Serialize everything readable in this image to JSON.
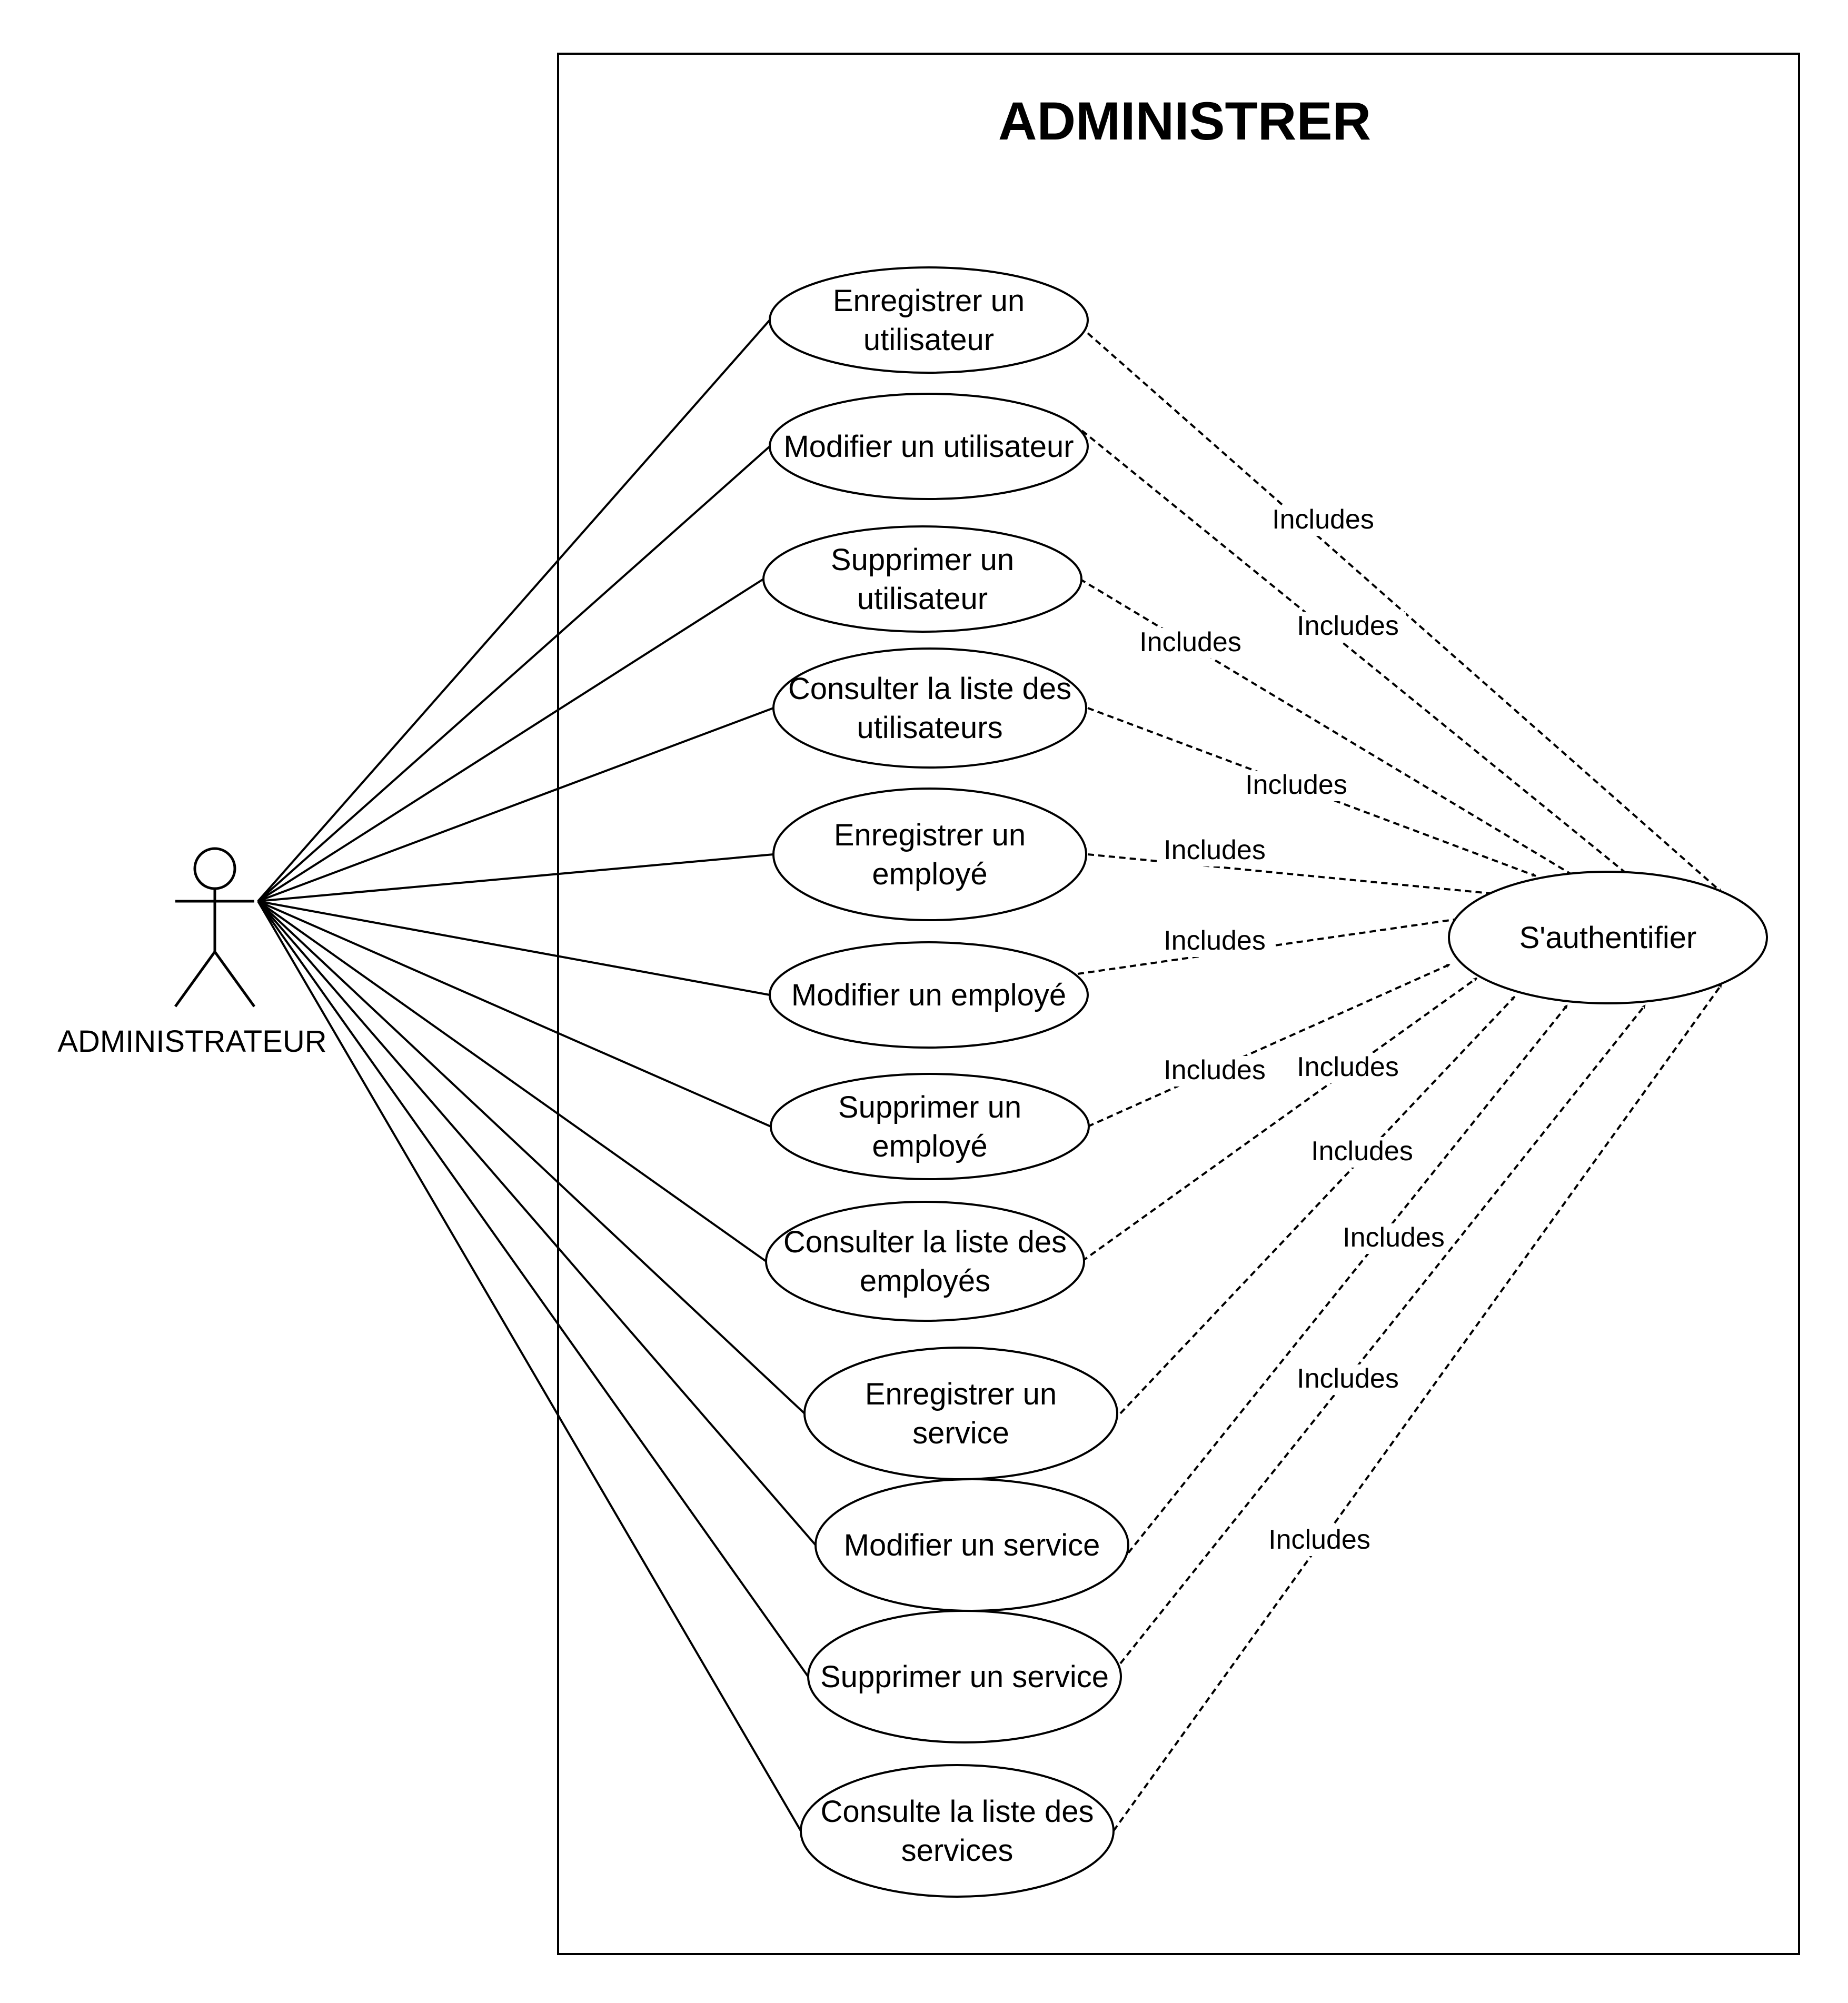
{
  "system": {
    "title": "ADMINISTRER"
  },
  "actor": {
    "name": "ADMINISTRATEUR"
  },
  "target": {
    "label": "S'authentifier"
  },
  "use_cases": [
    {
      "id": "uc1",
      "lines": [
        "Enregistrer un",
        "utilisateur"
      ]
    },
    {
      "id": "uc2",
      "lines": [
        "Modifier un utilisateur"
      ]
    },
    {
      "id": "uc3",
      "lines": [
        "Supprimer un",
        "utilisateur"
      ]
    },
    {
      "id": "uc4",
      "lines": [
        "Consulter la liste des",
        "utilisateurs"
      ]
    },
    {
      "id": "uc5",
      "lines": [
        "Enregistrer un",
        "employé"
      ]
    },
    {
      "id": "uc6",
      "lines": [
        "Modifier un employé"
      ]
    },
    {
      "id": "uc7",
      "lines": [
        "Supprimer un",
        "employé"
      ]
    },
    {
      "id": "uc8",
      "lines": [
        "Consulter la liste des",
        "employés"
      ]
    },
    {
      "id": "uc9",
      "lines": [
        "Enregistrer un",
        "service"
      ]
    },
    {
      "id": "uc10",
      "lines": [
        "Modifier un service"
      ]
    },
    {
      "id": "uc11",
      "lines": [
        "Supprimer un service"
      ]
    },
    {
      "id": "uc12",
      "lines": [
        "Consulte la liste des",
        "services"
      ]
    }
  ],
  "relations": [
    {
      "from": "uc1",
      "to": "target",
      "label": "Includes"
    },
    {
      "from": "uc2",
      "to": "target",
      "label": "Includes"
    },
    {
      "from": "uc3",
      "to": "target",
      "label": "Includes"
    },
    {
      "from": "uc4",
      "to": "target",
      "label": "Includes"
    },
    {
      "from": "uc5",
      "to": "target",
      "label": "Includes"
    },
    {
      "from": "uc6",
      "to": "target",
      "label": "Includes"
    },
    {
      "from": "uc7",
      "to": "target",
      "label": "Includes"
    },
    {
      "from": "uc8",
      "to": "target",
      "label": "Includes"
    },
    {
      "from": "uc9",
      "to": "target",
      "label": "Includes"
    },
    {
      "from": "uc10",
      "to": "target",
      "label": "Includes"
    },
    {
      "from": "uc11",
      "to": "target",
      "label": "Includes"
    },
    {
      "from": "uc12",
      "to": "target",
      "label": "Includes"
    }
  ]
}
